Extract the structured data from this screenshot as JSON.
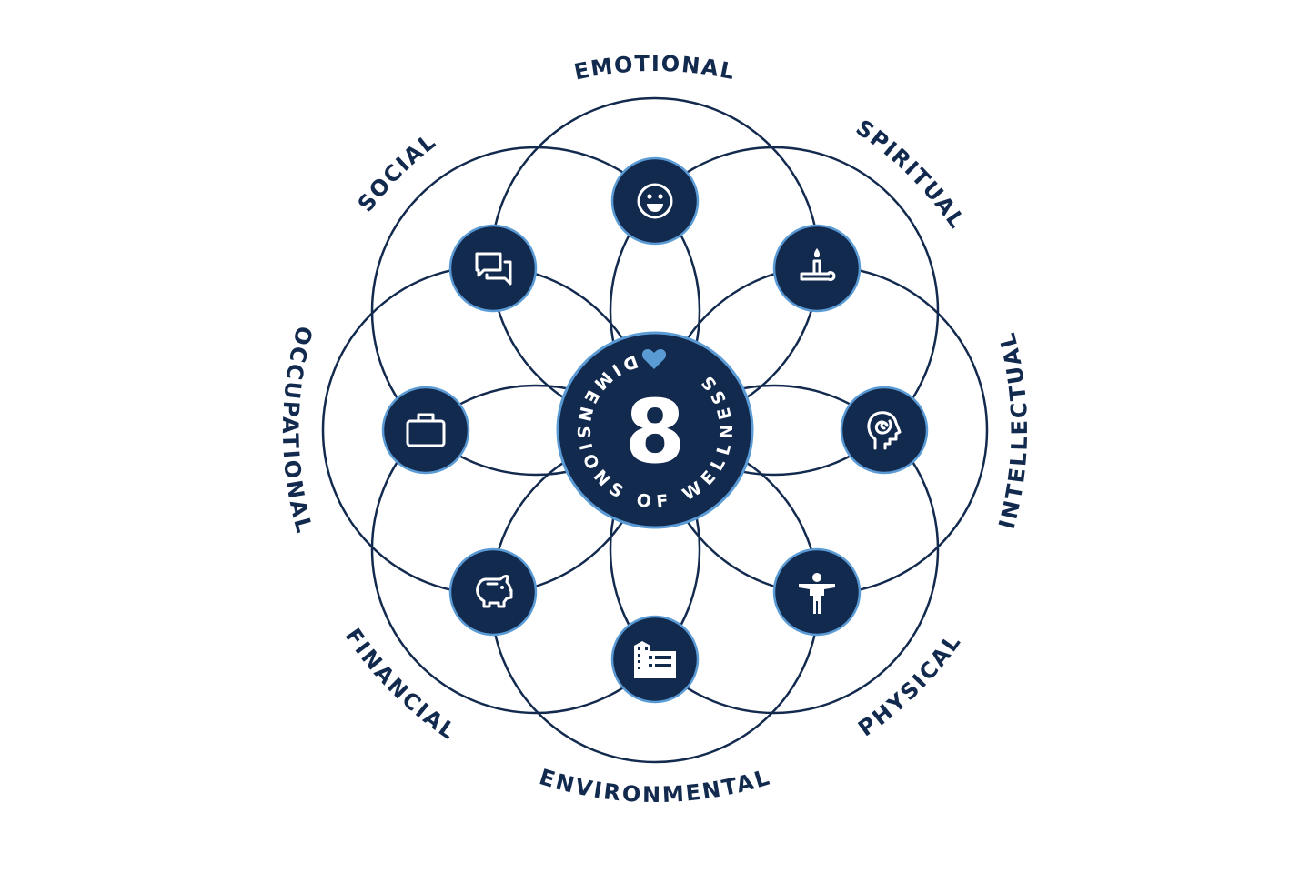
{
  "title": {
    "number": "8",
    "text": "DIMENSIONS OF WELLNESS"
  },
  "dimensions": [
    {
      "label": "EMOTIONAL",
      "icon": "smiley-face-icon"
    },
    {
      "label": "SPIRITUAL",
      "icon": "candle-icon"
    },
    {
      "label": "INTELLECTUAL",
      "icon": "head-spiral-icon"
    },
    {
      "label": "PHYSICAL",
      "icon": "person-icon"
    },
    {
      "label": "ENVIRONMENTAL",
      "icon": "building-icon"
    },
    {
      "label": "FINANCIAL",
      "icon": "piggy-bank-icon"
    },
    {
      "label": "OCCUPATIONAL",
      "icon": "briefcase-icon"
    },
    {
      "label": "SOCIAL",
      "icon": "chat-bubbles-icon"
    }
  ],
  "colors": {
    "navy": "#132a4f",
    "accent": "#5b9bd5",
    "background": "#ffffff"
  }
}
